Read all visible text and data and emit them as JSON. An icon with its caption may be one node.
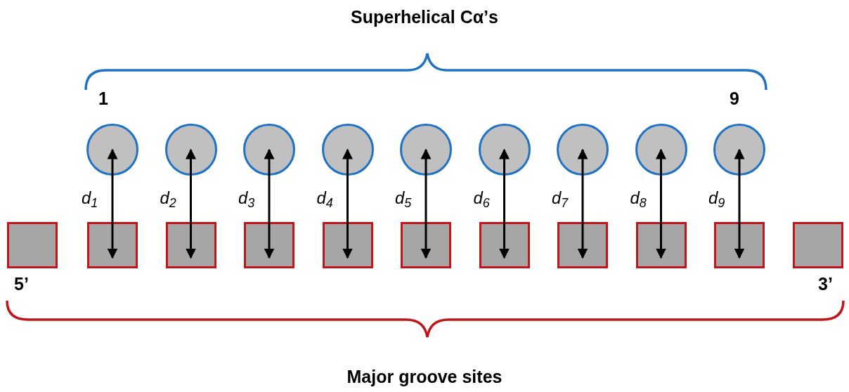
{
  "diagram": {
    "title": "Superhelical Cα’s",
    "caption": "Major groove sites",
    "nodes": [
      {
        "text": [],
        "shape": "circle"
      },
      {
        "text": [],
        "shape": "circle"
      },
      {
        "text": [],
        "shape": "circle"
      },
      {
        "text": [],
        "shape": "circle"
      },
      {
        "text": [],
        "shape": "circle"
      },
      {
        "text": [],
        "shape": "circle"
      },
      {
        "text": [],
        "shape": "circle"
      },
      {
        "text": [],
        "shape": "circle"
      },
      {
        "text": [],
        "shape": "circle"
      },
      {
        "text": [],
        "shape": "box"
      },
      {
        "text": [],
        "shape": "box"
      },
      {
        "text": [],
        "shape": "box"
      },
      {
        "text": [],
        "shape": "box"
      },
      {
        "text": [],
        "shape": "box"
      },
      {
        "text": [],
        "shape": "box"
      },
      {
        "text": [],
        "shape": "box"
      },
      {
        "text": [],
        "shape": "box"
      },
      {
        "text": [],
        "shape": "box"
      },
      {
        "text": [],
        "shape": "box"
      },
      {
        "text": [],
        "shape": "box"
      }
    ],
    "edges": [
      {
        "from": 0,
        "to": 10,
        "arrow": "both",
        "label": "d$_{1}$"
      },
      {
        "from": 1,
        "to": 11,
        "arrow": "both",
        "label": "d$_{2}$"
      },
      {
        "from": 2,
        "to": 12,
        "arrow": "both",
        "label": "d$_{3}$"
      },
      {
        "from": 3,
        "to": 13,
        "arrow": "both",
        "label": "d$_{4}$"
      },
      {
        "from": 4,
        "to": 14,
        "arrow": "both",
        "label": "d$_{5}$"
      },
      {
        "from": 5,
        "to": 15,
        "arrow": "both",
        "label": "d$_{6}$"
      },
      {
        "from": 6,
        "to": 16,
        "arrow": "both",
        "label": "d$_{7}$"
      },
      {
        "from": 7,
        "to": 17,
        "arrow": "both",
        "label": "d$_{8}$"
      },
      {
        "from": 8,
        "to": 18,
        "arrow": "both",
        "label": "d$_{9}$"
      }
    ],
    "labels": [
      "1",
      "9",
      "5’",
      "3’"
    ]
  }
}
